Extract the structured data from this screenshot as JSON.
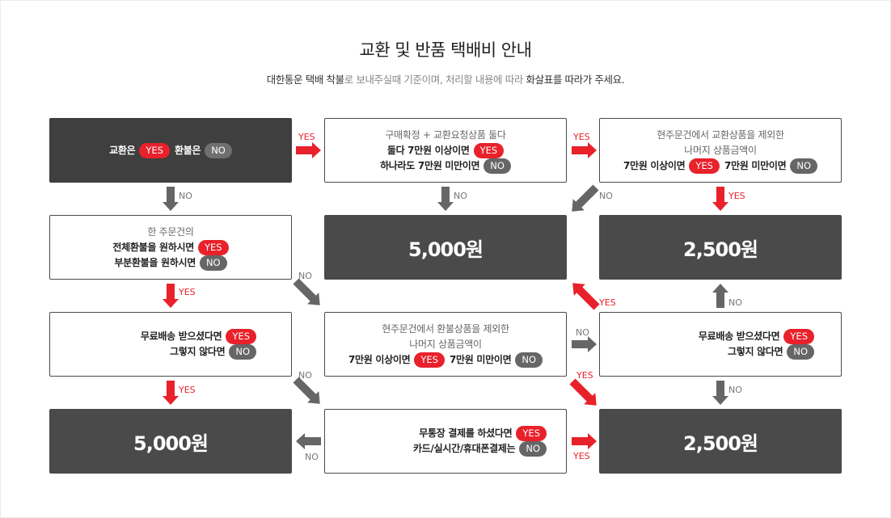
{
  "header": {
    "title": "교환 및 반품 택배비 안내",
    "subtitle_a": "대한통운 택배 착불",
    "subtitle_b": "로 보내주실때 기준이며, 처리할 내용에 따라 ",
    "subtitle_c": "화살표를 따라가 주세요."
  },
  "pill": {
    "yes": "YES",
    "no": "NO"
  },
  "labels": {
    "yes": "YES",
    "no": "NO"
  },
  "boxes": {
    "start": {
      "a": "교환은",
      "b": "환불은"
    },
    "buy_confirm": {
      "line1": "구매확정 + 교환요청상품 둘다",
      "line2": "둘다 7만원 이상이면",
      "line3": "하나라도 7만원 미만이면"
    },
    "excl_exchange": {
      "line1": "현주문건에서 교환상품을 제외한",
      "line2": "나머지 상품금액이",
      "line3a": "7만원 이상이면",
      "line3b": "7만원 미만이면"
    },
    "one_order": {
      "line1": "한 주문건의",
      "line2": "전체환불을 원하시면",
      "line3": "부분환불을 원하시면"
    },
    "fee_5000_mid": {
      "text": "5,000원"
    },
    "fee_2500_top": {
      "text": "2,500원"
    },
    "free_ship_left": {
      "line1": "무료배송 받으셨다면",
      "line2": "그렇지 않다면"
    },
    "excl_refund": {
      "line1": "현주문건에서 환불상품을 제외한",
      "line2": "나머지 상품금액이",
      "line3a": "7만원 이상이면",
      "line3b": "7만원 미만이면"
    },
    "free_ship_right": {
      "line1": "무료배송 받으셨다면",
      "line2": "그렇지 않다면"
    },
    "fee_5000_bottom": {
      "text": "5,000원"
    },
    "bank_transfer": {
      "line1": "무통장 결제를 하셨다면",
      "line2": "카드/실시간/휴대폰결제는"
    },
    "fee_2500_bottom": {
      "text": "2,500원"
    }
  },
  "colors": {
    "yes": "#e8212b",
    "no": "#666666",
    "dark_box": "#3f3f3f"
  }
}
